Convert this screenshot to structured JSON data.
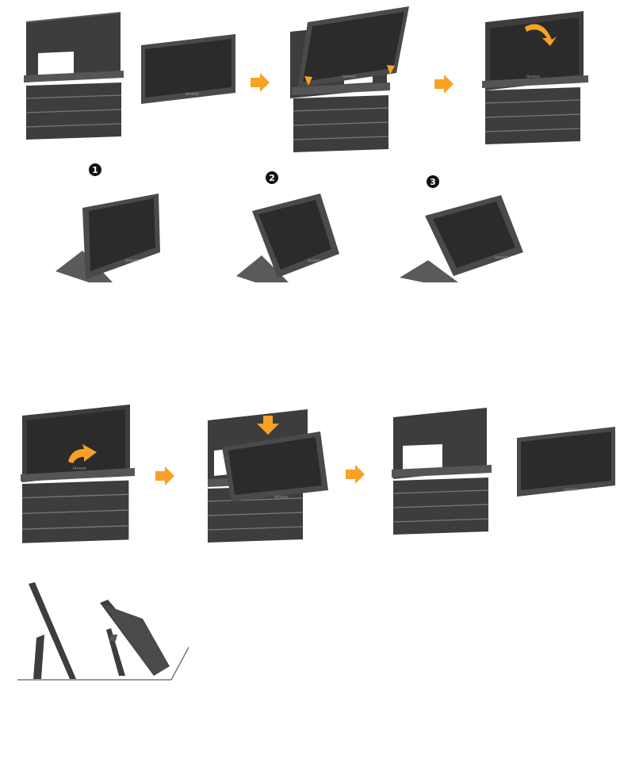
{
  "colors": {
    "case": "#3d3d3d",
    "case_line": "#7a7a7a",
    "bezel": "#4a4a4a",
    "screen": "#2b2b2b",
    "cutout": "#ffffff",
    "arrow": "#f7a225",
    "step_badge": "#111111"
  },
  "brand": "lenovo",
  "steps": [
    "1",
    "2",
    "3"
  ],
  "sections": {
    "attach": {
      "frames": [
        "case-with-monitor-apart",
        "monitor-inserted-into-case",
        "cover-folded-over"
      ],
      "arrow_icon": "right-arrow-icon"
    },
    "stand_angles": {
      "positions": 3
    },
    "detach": {
      "frames": [
        "cover-lifted",
        "monitor-pushed-down-out",
        "case-and-monitor-separated"
      ],
      "arrow_icon": "right-arrow-icon"
    },
    "side_view": {
      "frames": [
        "case-stand-profile",
        "monitor-on-stand-profile"
      ]
    }
  }
}
